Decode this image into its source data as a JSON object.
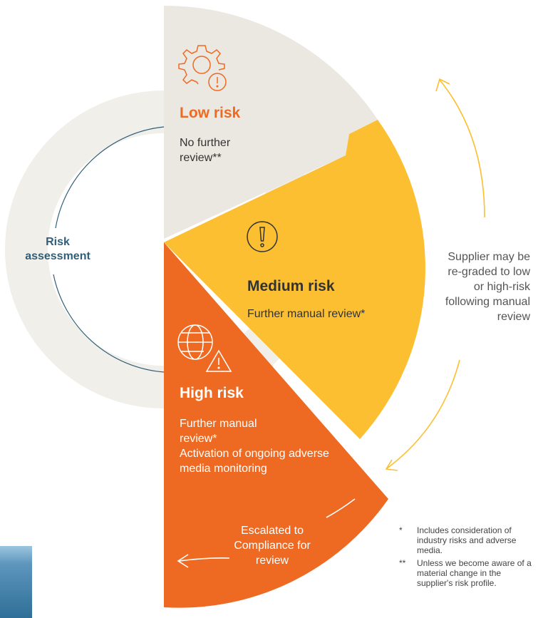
{
  "colors": {
    "low": "#ebe8e1",
    "medium": "#fbbf31",
    "high": "#ee6a23",
    "ring": "#f1efea",
    "accent_blue": "#2f5f78"
  },
  "cycle": {
    "label": "Risk assessment"
  },
  "low": {
    "icon": "gear-warning-icon",
    "title": "Low risk",
    "description": "No further review**"
  },
  "medium": {
    "icon": "exclamation-circle-icon",
    "title": "Medium risk",
    "description": "Further manual review*"
  },
  "high": {
    "icon": "globe-warning-icon",
    "title": "High risk",
    "description": "Further manual review*",
    "action": "Activation of ongoing adverse media monitoring",
    "escalation": "Escalated to Compliance for review"
  },
  "regrade_note": "Supplier may be re-graded to low or high-risk following manual review",
  "footnotes": [
    {
      "marker": "*",
      "text": "Includes consideration of industry risks and adverse media."
    },
    {
      "marker": "**",
      "text": "Unless we become aware of a material change in the supplier's risk profile."
    }
  ]
}
